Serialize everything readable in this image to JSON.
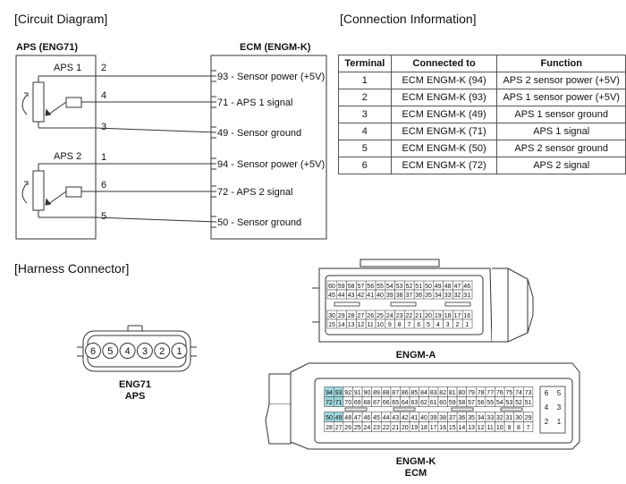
{
  "sections": {
    "circuit": "[Circuit Diagram]",
    "connection": "[Connection Information]",
    "harness": "[Harness Connector]"
  },
  "aps_box": {
    "title": "APS (ENG71)",
    "sensors": [
      {
        "name": "APS 1",
        "pins": {
          "power": "2",
          "signal": "4",
          "ground": "3"
        }
      },
      {
        "name": "APS 2",
        "pins": {
          "power": "1",
          "signal": "6",
          "ground": "5"
        }
      }
    ]
  },
  "ecm_box": {
    "title": "ECM (ENGM-K)",
    "terminals": [
      {
        "pin": "93",
        "label": " - Sensor power (+5V)"
      },
      {
        "pin": "71",
        "label": " - APS 1 signal"
      },
      {
        "pin": "49",
        "label": " - Sensor ground"
      },
      {
        "pin": "94",
        "label": " - Sensor power (+5V)"
      },
      {
        "pin": "72",
        "label": " - APS 2 signal"
      },
      {
        "pin": "50",
        "label": " - Sensor ground"
      }
    ]
  },
  "table": {
    "headers": [
      "Terminal",
      "Connected to",
      "Function"
    ],
    "rows": [
      [
        "1",
        "ECM ENGM-K (94)",
        "APS 2 sensor power (+5V)"
      ],
      [
        "2",
        "ECM ENGM-K (93)",
        "APS 1 sensor power (+5V)"
      ],
      [
        "3",
        "ECM ENGM-K (49)",
        "APS 1 sensor ground"
      ],
      [
        "4",
        "ECM ENGM-K (71)",
        "APS 1 signal"
      ],
      [
        "5",
        "ECM ENGM-K (50)",
        "APS 2 sensor ground"
      ],
      [
        "6",
        "ECM ENGM-K (72)",
        "APS 2 signal"
      ]
    ]
  },
  "aps_connector": {
    "pins": [
      "6",
      "5",
      "4",
      "3",
      "2",
      "1"
    ],
    "caption_1": "ENG71",
    "caption_2": "APS"
  },
  "engm_a": {
    "caption": "ENGM-A",
    "rows": [
      [
        "60",
        "59",
        "58",
        "57",
        "56",
        "55",
        "54",
        "53",
        "52",
        "51",
        "50",
        "49",
        "48",
        "47",
        "46"
      ],
      [
        "45",
        "44",
        "43",
        "42",
        "41",
        "40",
        "39",
        "38",
        "37",
        "36",
        "35",
        "34",
        "33",
        "32",
        "31"
      ],
      [
        "30",
        "29",
        "28",
        "27",
        "26",
        "25",
        "24",
        "23",
        "22",
        "21",
        "20",
        "19",
        "18",
        "17",
        "16"
      ],
      [
        "15",
        "14",
        "13",
        "12",
        "11",
        "10",
        "9",
        "8",
        "7",
        "6",
        "5",
        "4",
        "3",
        "2",
        "1"
      ]
    ]
  },
  "engm_k": {
    "caption_1": "ENGM-K",
    "caption_2": "ECM",
    "highlight_color": "#9fd8de",
    "highlighted": [
      "94",
      "93",
      "72",
      "71",
      "50",
      "49"
    ],
    "rows": [
      [
        "94",
        "93",
        "92",
        "91",
        "90",
        "89",
        "88",
        "87",
        "86",
        "85",
        "84",
        "83",
        "82",
        "81",
        "80",
        "79",
        "78",
        "77",
        "76",
        "75",
        "74",
        "73"
      ],
      [
        "72",
        "71",
        "70",
        "69",
        "68",
        "67",
        "66",
        "65",
        "64",
        "63",
        "62",
        "61",
        "60",
        "59",
        "58",
        "57",
        "56",
        "55",
        "54",
        "53",
        "52",
        "51"
      ],
      [
        "50",
        "49",
        "48",
        "47",
        "46",
        "45",
        "44",
        "43",
        "42",
        "41",
        "40",
        "39",
        "38",
        "37",
        "36",
        "35",
        "34",
        "33",
        "32",
        "31",
        "30",
        "29"
      ],
      [
        "28",
        "27",
        "26",
        "25",
        "24",
        "23",
        "22",
        "21",
        "20",
        "19",
        "18",
        "17",
        "16",
        "15",
        "14",
        "13",
        "12",
        "11",
        "10",
        "9",
        "8",
        "7"
      ]
    ],
    "side_rows": [
      [
        "6",
        "5"
      ],
      [
        "4",
        "3"
      ],
      [
        "2",
        "1"
      ]
    ]
  }
}
